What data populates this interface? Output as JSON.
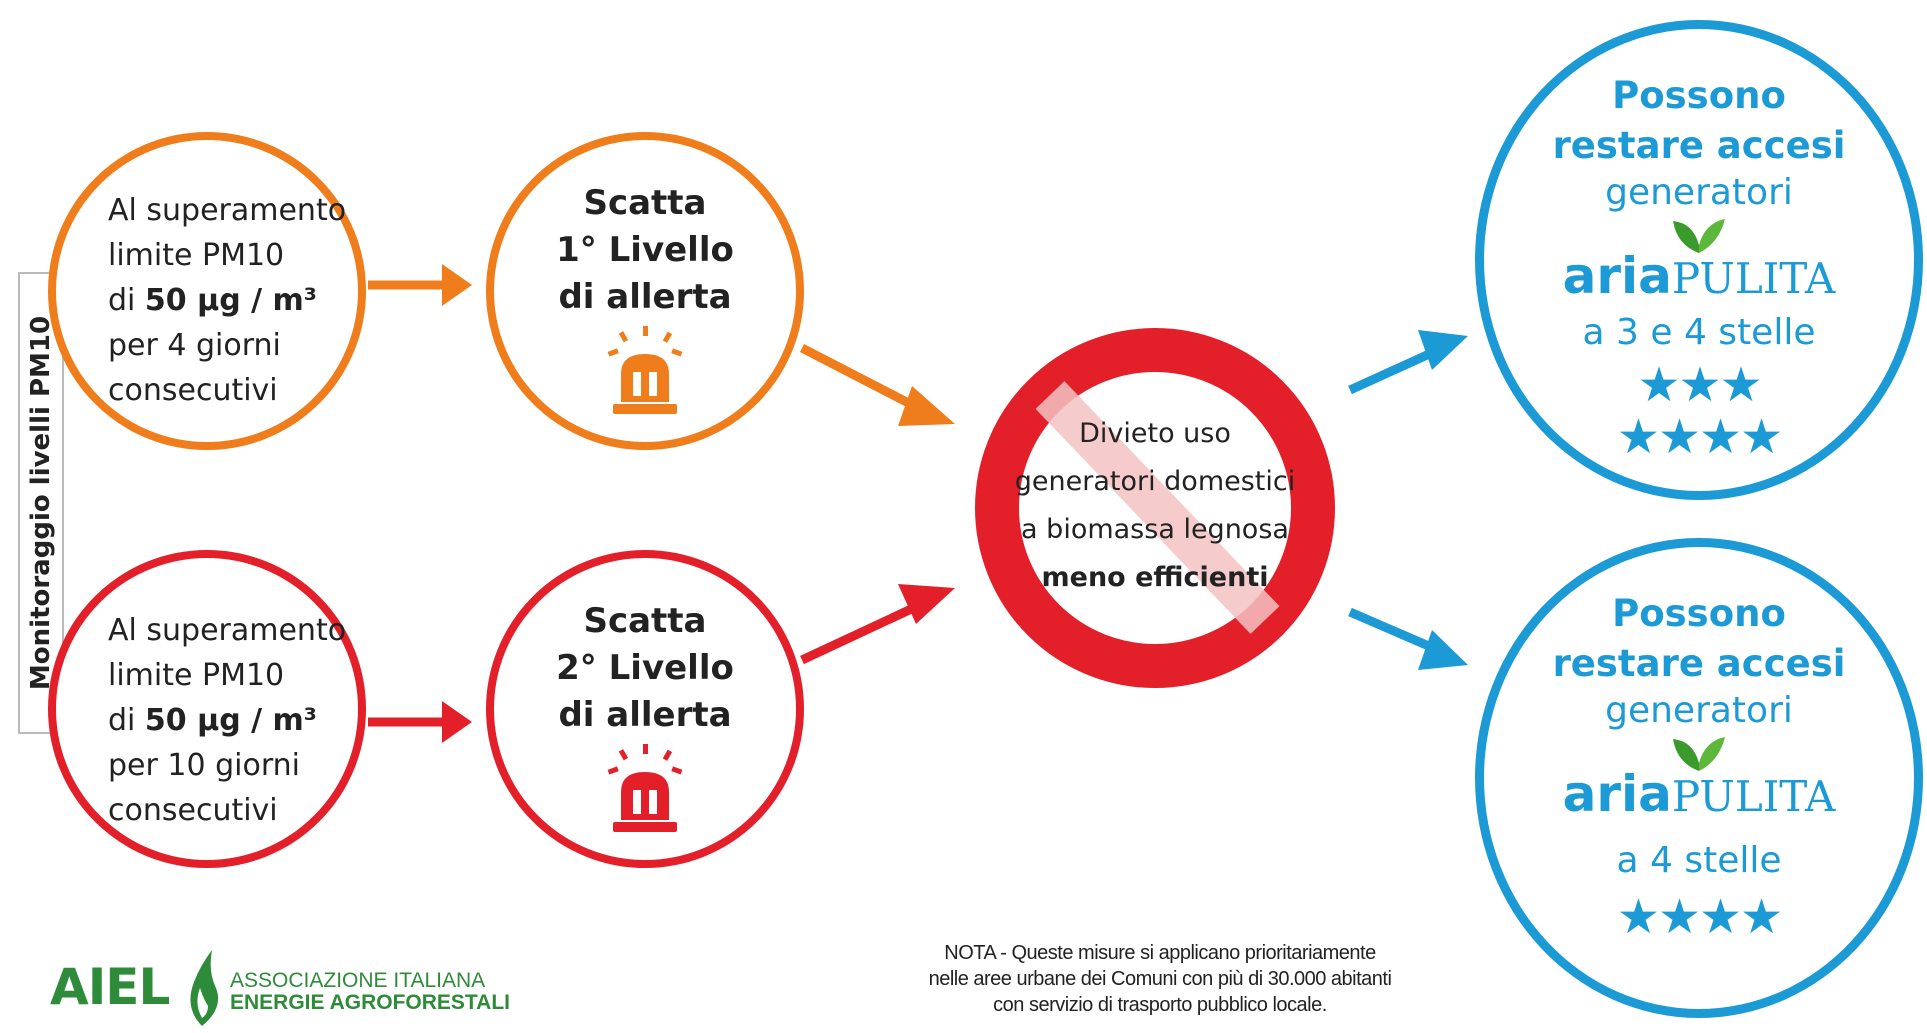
{
  "side_label": "Monitoraggio livelli PM10",
  "level1": {
    "condition": {
      "line1": "Al superamento",
      "line2": "limite PM10",
      "line3_prefix": "di ",
      "line3_value": "50 µg / m³",
      "line4": "per 4 giorni",
      "line5": "consecutivi"
    },
    "title": [
      "Scatta",
      "1° Livello",
      "di allerta"
    ]
  },
  "level2": {
    "condition": {
      "line1": "Al superamento",
      "line2": "limite PM10",
      "line3_prefix": "di ",
      "line3_value": "50 µg / m³",
      "line4": "per 10 giorni",
      "line5": "consecutivi"
    },
    "title": [
      "Scatta",
      "2° Livello",
      "di allerta"
    ]
  },
  "ban": {
    "line1": "Divieto uso",
    "line2": "generatori domestici",
    "line3": "a biomassa legnosa",
    "line4": "meno efficienti"
  },
  "allowed1": {
    "line1": "Possono",
    "line2": "restare accesi",
    "line3": "generatori",
    "logo_word1": "aria",
    "logo_word2": "PULITA",
    "stars_text": "a 3 e 4 stelle",
    "stars_row1": "★★★",
    "stars_row2": "★★★★"
  },
  "allowed2": {
    "line1": "Possono",
    "line2": "restare accesi",
    "line3": "generatori",
    "logo_word1": "aria",
    "logo_word2": "PULITA",
    "stars_text": "a 4 stelle",
    "stars_row1": "★★★★"
  },
  "note": {
    "line1": "NOTA - Queste misure si applicano prioritariamente",
    "line2": "nelle aree urbane dei Comuni con più di 30.000 abitanti",
    "line3": "con servizio di trasporto pubblico locale."
  },
  "logo": {
    "brand": "AIEL",
    "line1": "ASSOCIAZIONE ITALIANA",
    "line2": "ENERGIE AGROFORESTALI"
  },
  "colors": {
    "orange": "#f07d1b",
    "red": "#e3202a",
    "blue": "#1c9ad6",
    "green": "#3a9a2c"
  },
  "icons": {
    "alarm": "siren-icon",
    "leaf": "leaf-icon",
    "star": "star-icon"
  }
}
